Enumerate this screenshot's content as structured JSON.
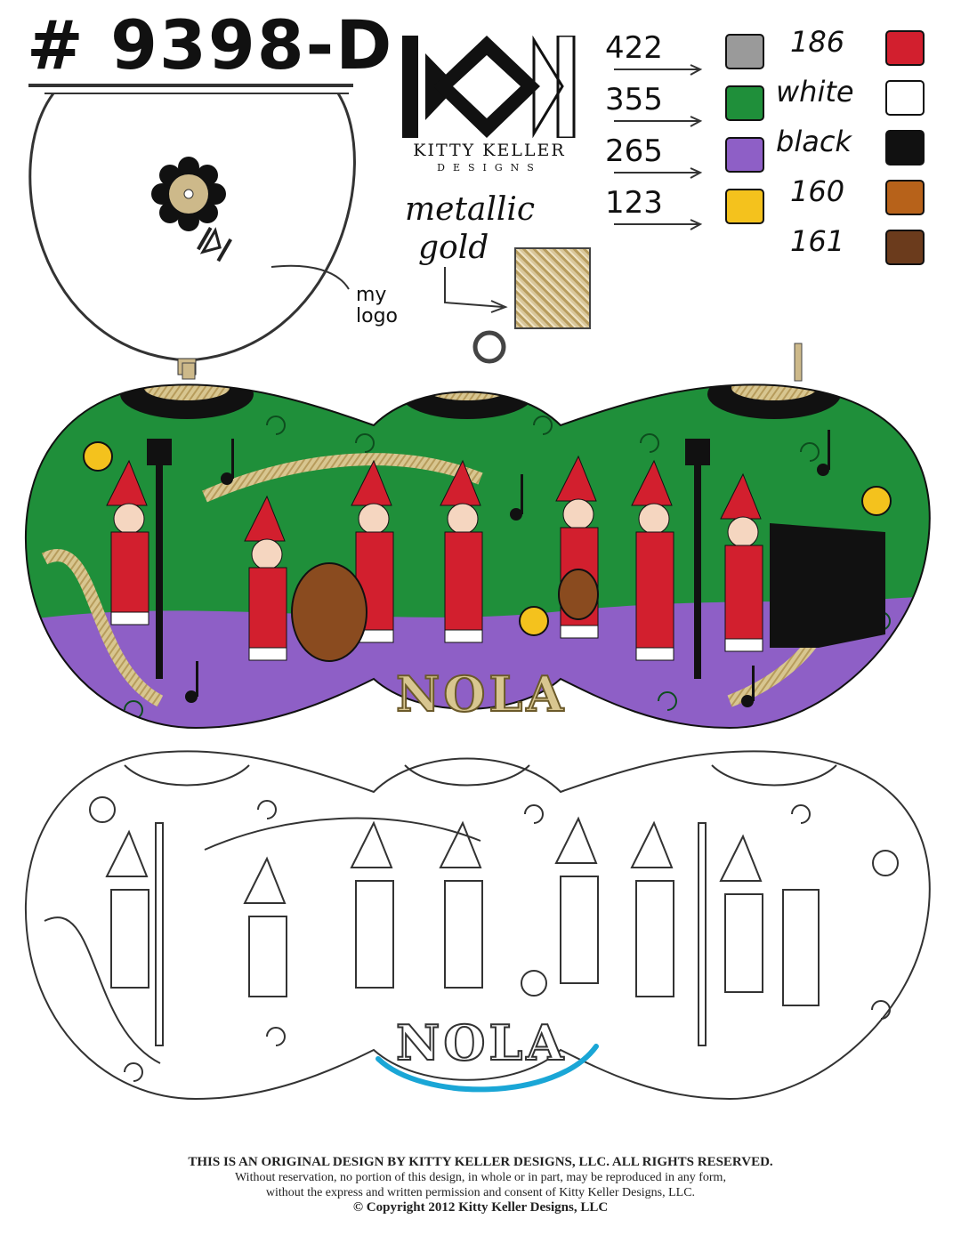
{
  "header": {
    "design_number": "# 9398-D",
    "brand_name": "KITTY KELLER",
    "brand_sub": "DESIGNS"
  },
  "palette_left": [
    {
      "code": "422",
      "color": "#9a9a9a"
    },
    {
      "code": "355",
      "color": "#1f8f3a"
    },
    {
      "code": "265",
      "color": "#8e5fc6"
    },
    {
      "code": "123",
      "color": "#f4c21d"
    }
  ],
  "palette_right": [
    {
      "code": "186",
      "color": "#d21f2e"
    },
    {
      "code": "white",
      "color": "#ffffff"
    },
    {
      "code": "black",
      "color": "#111111"
    },
    {
      "code": "160",
      "color": "#b7621a"
    },
    {
      "code": "161",
      "color": "#6b3b1c"
    }
  ],
  "metallic": {
    "line1": "metallic",
    "line2": "gold",
    "color": "#c9b27a"
  },
  "top_view": {
    "note": "my logo"
  },
  "ornament": {
    "word": "NOLA",
    "green": "#1f8f3a",
    "purple": "#8e5fc6",
    "gold": "#d8c690"
  },
  "footer": {
    "line1": "THIS IS AN ORIGINAL DESIGN BY KITTY KELLER DESIGNS, LLC.  ALL RIGHTS RESERVED.",
    "line2": "Without reservation, no portion of this design, in whole or in part, may be reproduced in any form,",
    "line3": "without the express and written permission and consent of Kitty Keller Designs, LLC.",
    "line4": "© Copyright 2012 Kitty Keller Designs, LLC"
  }
}
